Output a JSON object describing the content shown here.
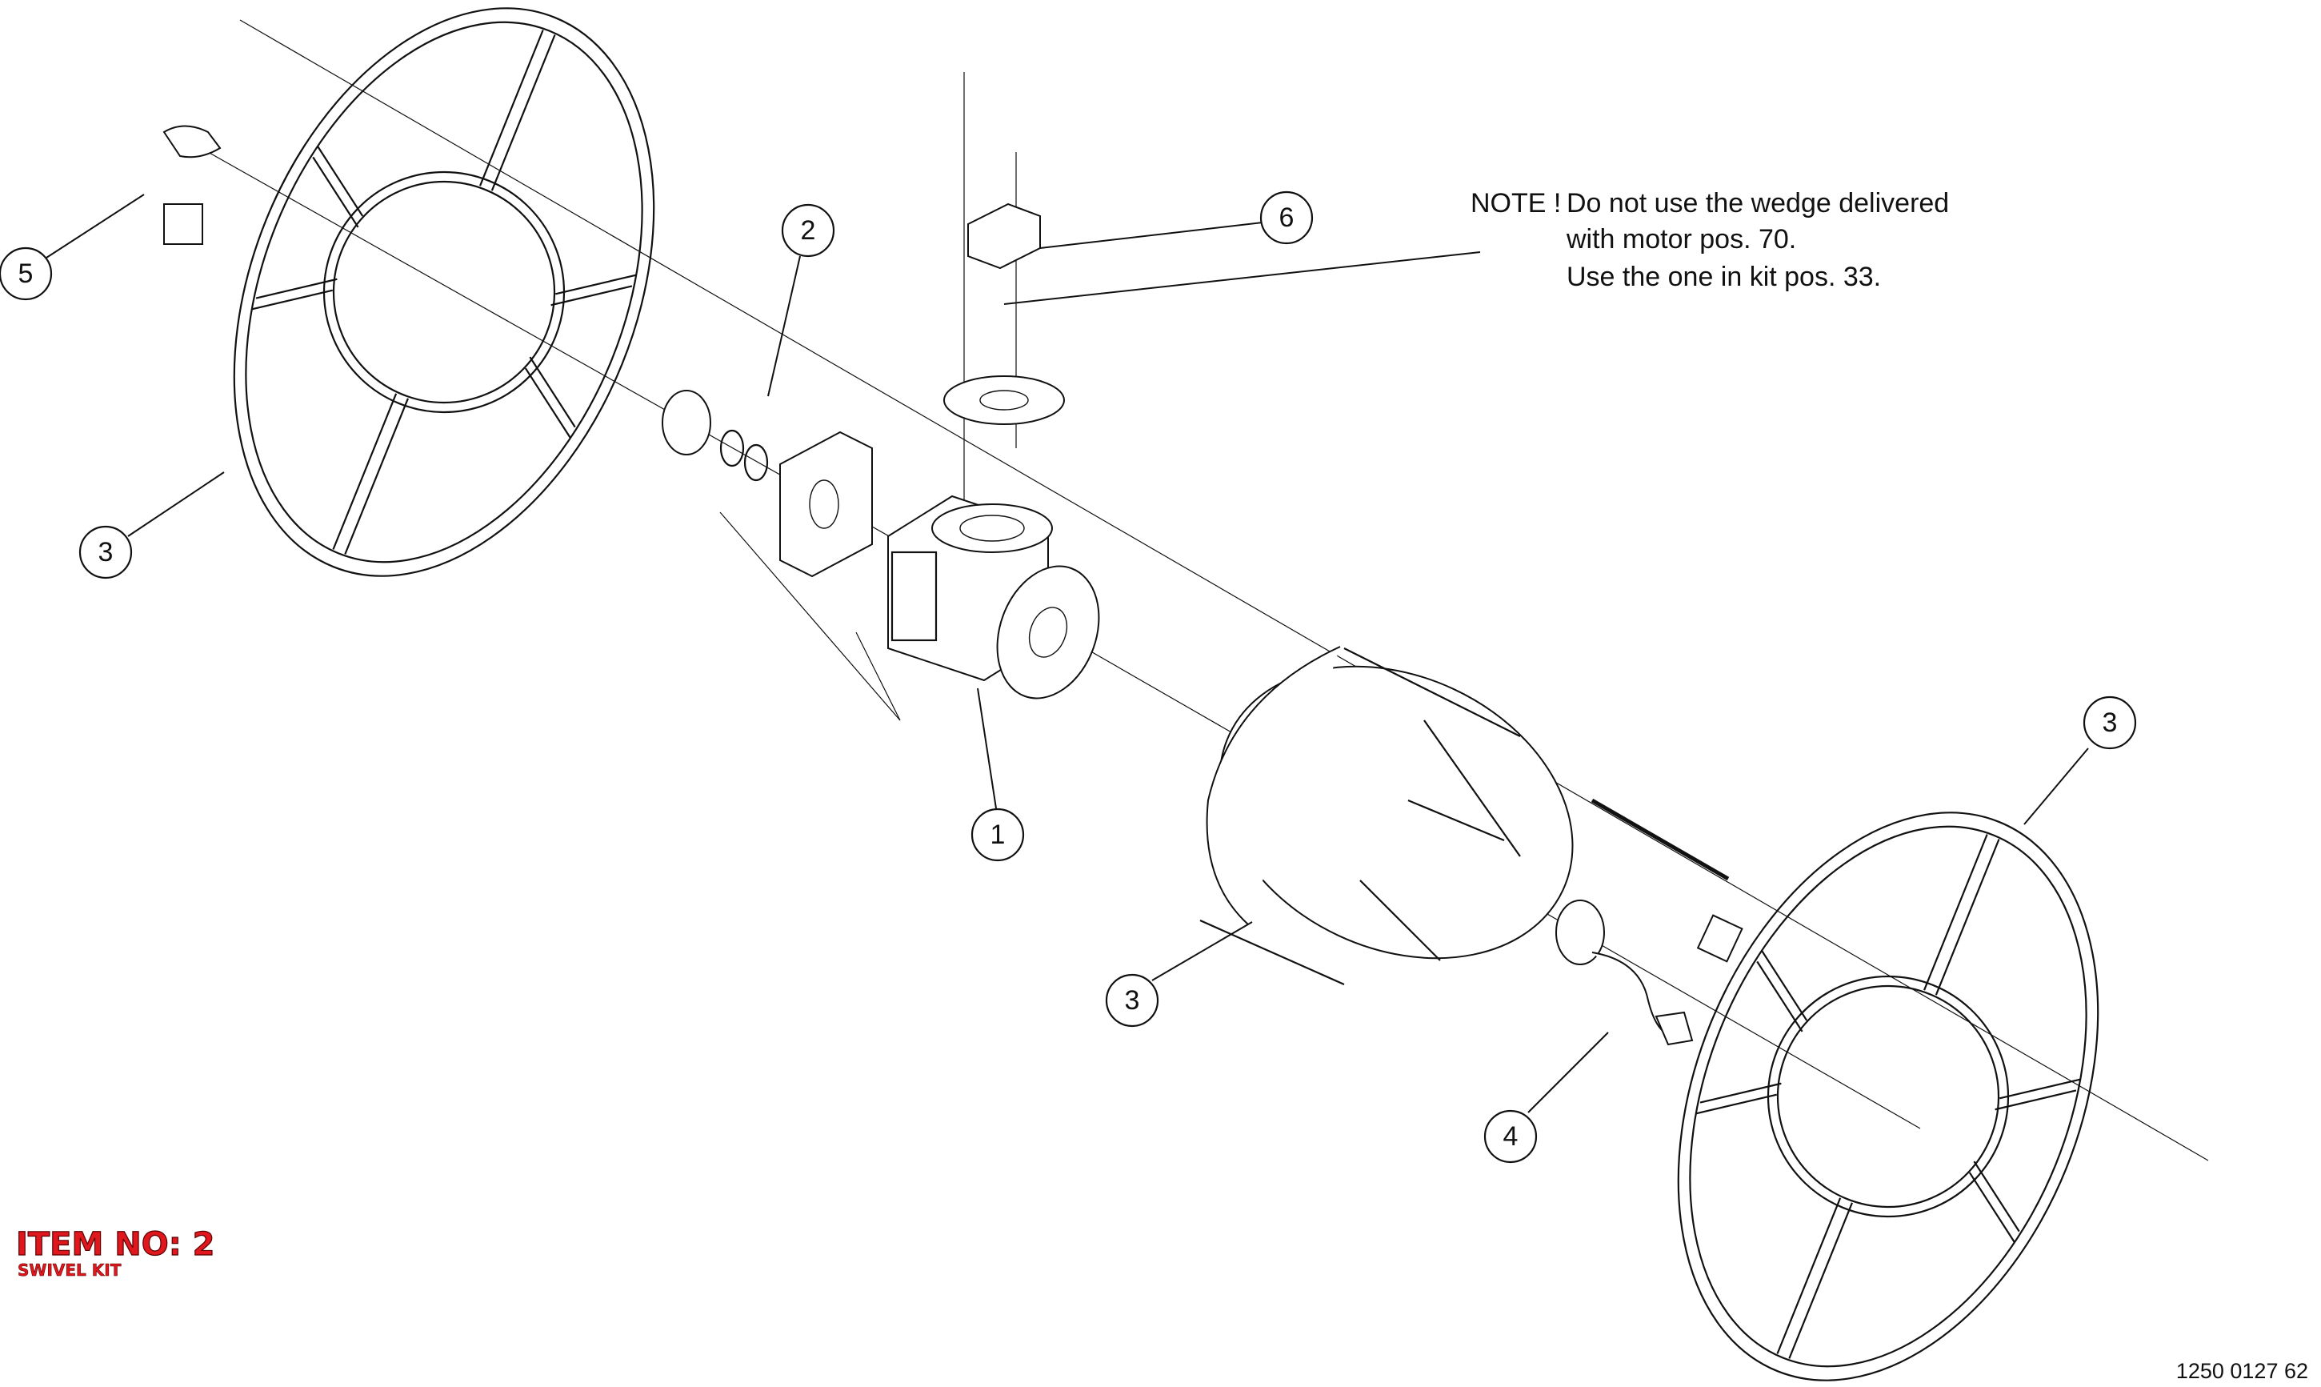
{
  "note": {
    "prefix": "NOTE !",
    "lines": [
      "Do not use the wedge delivered",
      "with motor pos. 70.",
      "Use the one in kit pos. 33."
    ]
  },
  "callouts": [
    {
      "label": "1"
    },
    {
      "label": "2"
    },
    {
      "label": "3"
    },
    {
      "label": "3"
    },
    {
      "label": "3"
    },
    {
      "label": "4"
    },
    {
      "label": "5"
    },
    {
      "label": "6"
    }
  ],
  "item": {
    "title": "ITEM NO: 2",
    "subtitle": "SWIVEL KIT"
  },
  "document_number": "1250 0127 62",
  "colors": {
    "line": "#111111",
    "item_label": "#e0171d"
  }
}
